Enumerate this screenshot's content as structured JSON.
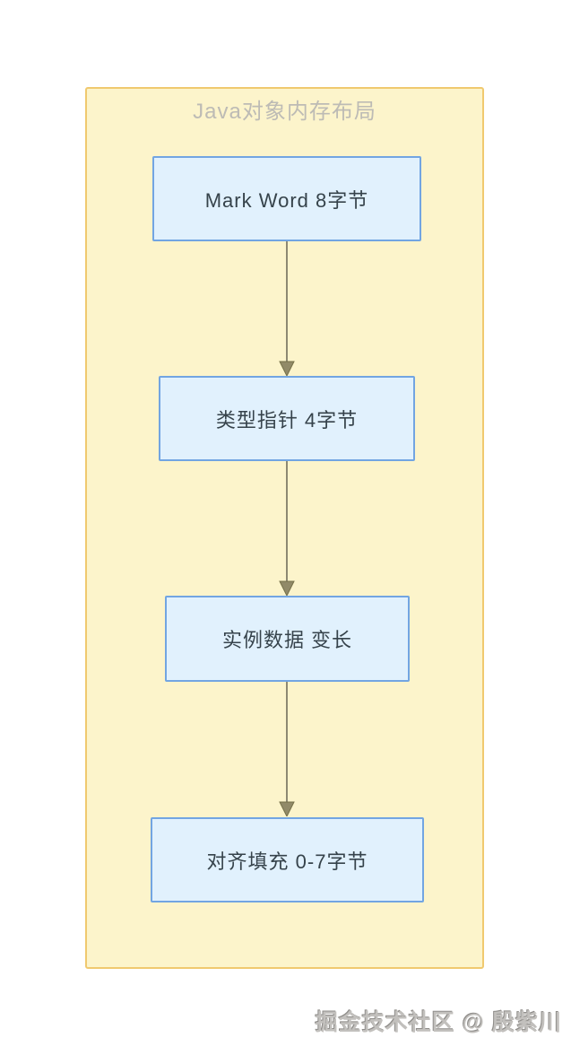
{
  "page": {
    "background": "#ffffff"
  },
  "diagram": {
    "title": "Java对象内存布局",
    "container_fill": "#fcf4cb",
    "container_border": "#f0c96f",
    "title_color": "#bdbbb5",
    "nodes": [
      {
        "label": "Mark Word 8字节"
      },
      {
        "label": "类型指针 4字节"
      },
      {
        "label": "实例数据 变长"
      },
      {
        "label": "对齐填充 0-7字节"
      }
    ],
    "node_fill": "#e1f1fd",
    "node_border": "#72a5e2",
    "node_text_color": "#36434b",
    "arrow_color": "#8d8972",
    "arrowhead_fill": "#918a68",
    "arrowhead_stroke": "#757048"
  },
  "footer": {
    "watermark": "掘金技术社区 @ 殷紫川",
    "watermark_color": "#c2c0bd"
  }
}
